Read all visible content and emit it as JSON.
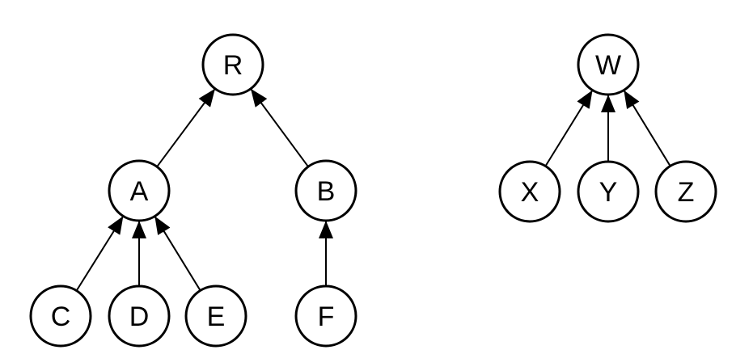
{
  "diagram": {
    "nodes": [
      {
        "id": "R",
        "label": "R"
      },
      {
        "id": "A",
        "label": "A"
      },
      {
        "id": "B",
        "label": "B"
      },
      {
        "id": "C",
        "label": "C"
      },
      {
        "id": "D",
        "label": "D"
      },
      {
        "id": "E",
        "label": "E"
      },
      {
        "id": "F",
        "label": "F"
      },
      {
        "id": "W",
        "label": "W"
      },
      {
        "id": "X",
        "label": "X"
      },
      {
        "id": "Y",
        "label": "Y"
      },
      {
        "id": "Z",
        "label": "Z"
      }
    ],
    "edges": [
      {
        "from": "A",
        "to": "R"
      },
      {
        "from": "B",
        "to": "R"
      },
      {
        "from": "C",
        "to": "A"
      },
      {
        "from": "D",
        "to": "A"
      },
      {
        "from": "E",
        "to": "A"
      },
      {
        "from": "F",
        "to": "B"
      },
      {
        "from": "X",
        "to": "W"
      },
      {
        "from": "Y",
        "to": "W"
      },
      {
        "from": "Z",
        "to": "W"
      }
    ]
  }
}
